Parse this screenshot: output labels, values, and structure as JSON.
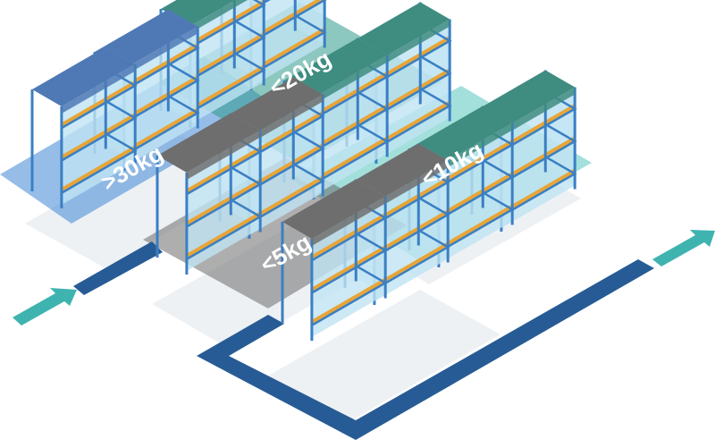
{
  "zones": [
    {
      "id": "gt30",
      "label": ">30kg",
      "color": "#3f86d6",
      "opacity": 0.55
    },
    {
      "id": "lt20",
      "label": "<20kg",
      "color": "#2f9a8c",
      "opacity": 0.55
    },
    {
      "id": "lt10",
      "label": "<10kg",
      "color": "#57c7bf",
      "opacity": 0.55
    },
    {
      "id": "lt5",
      "label": "<5kg",
      "color": "#6b6b6b",
      "opacity": 0.55
    }
  ],
  "colors": {
    "path": "#275b95",
    "arrow": "#3fb3b0",
    "rack_frame": "#3a7fc4",
    "rack_roof_teal": "#3f8c80",
    "rack_roof_grey": "#6e6e6e",
    "rack_roof_blue": "#4f79b5",
    "rack_glass": "#bfe3f3",
    "boxes": "#e8a537",
    "floor_shadow": "#eef1f4"
  },
  "icons": [
    "entry-arrow-icon",
    "exit-arrow-icon"
  ]
}
